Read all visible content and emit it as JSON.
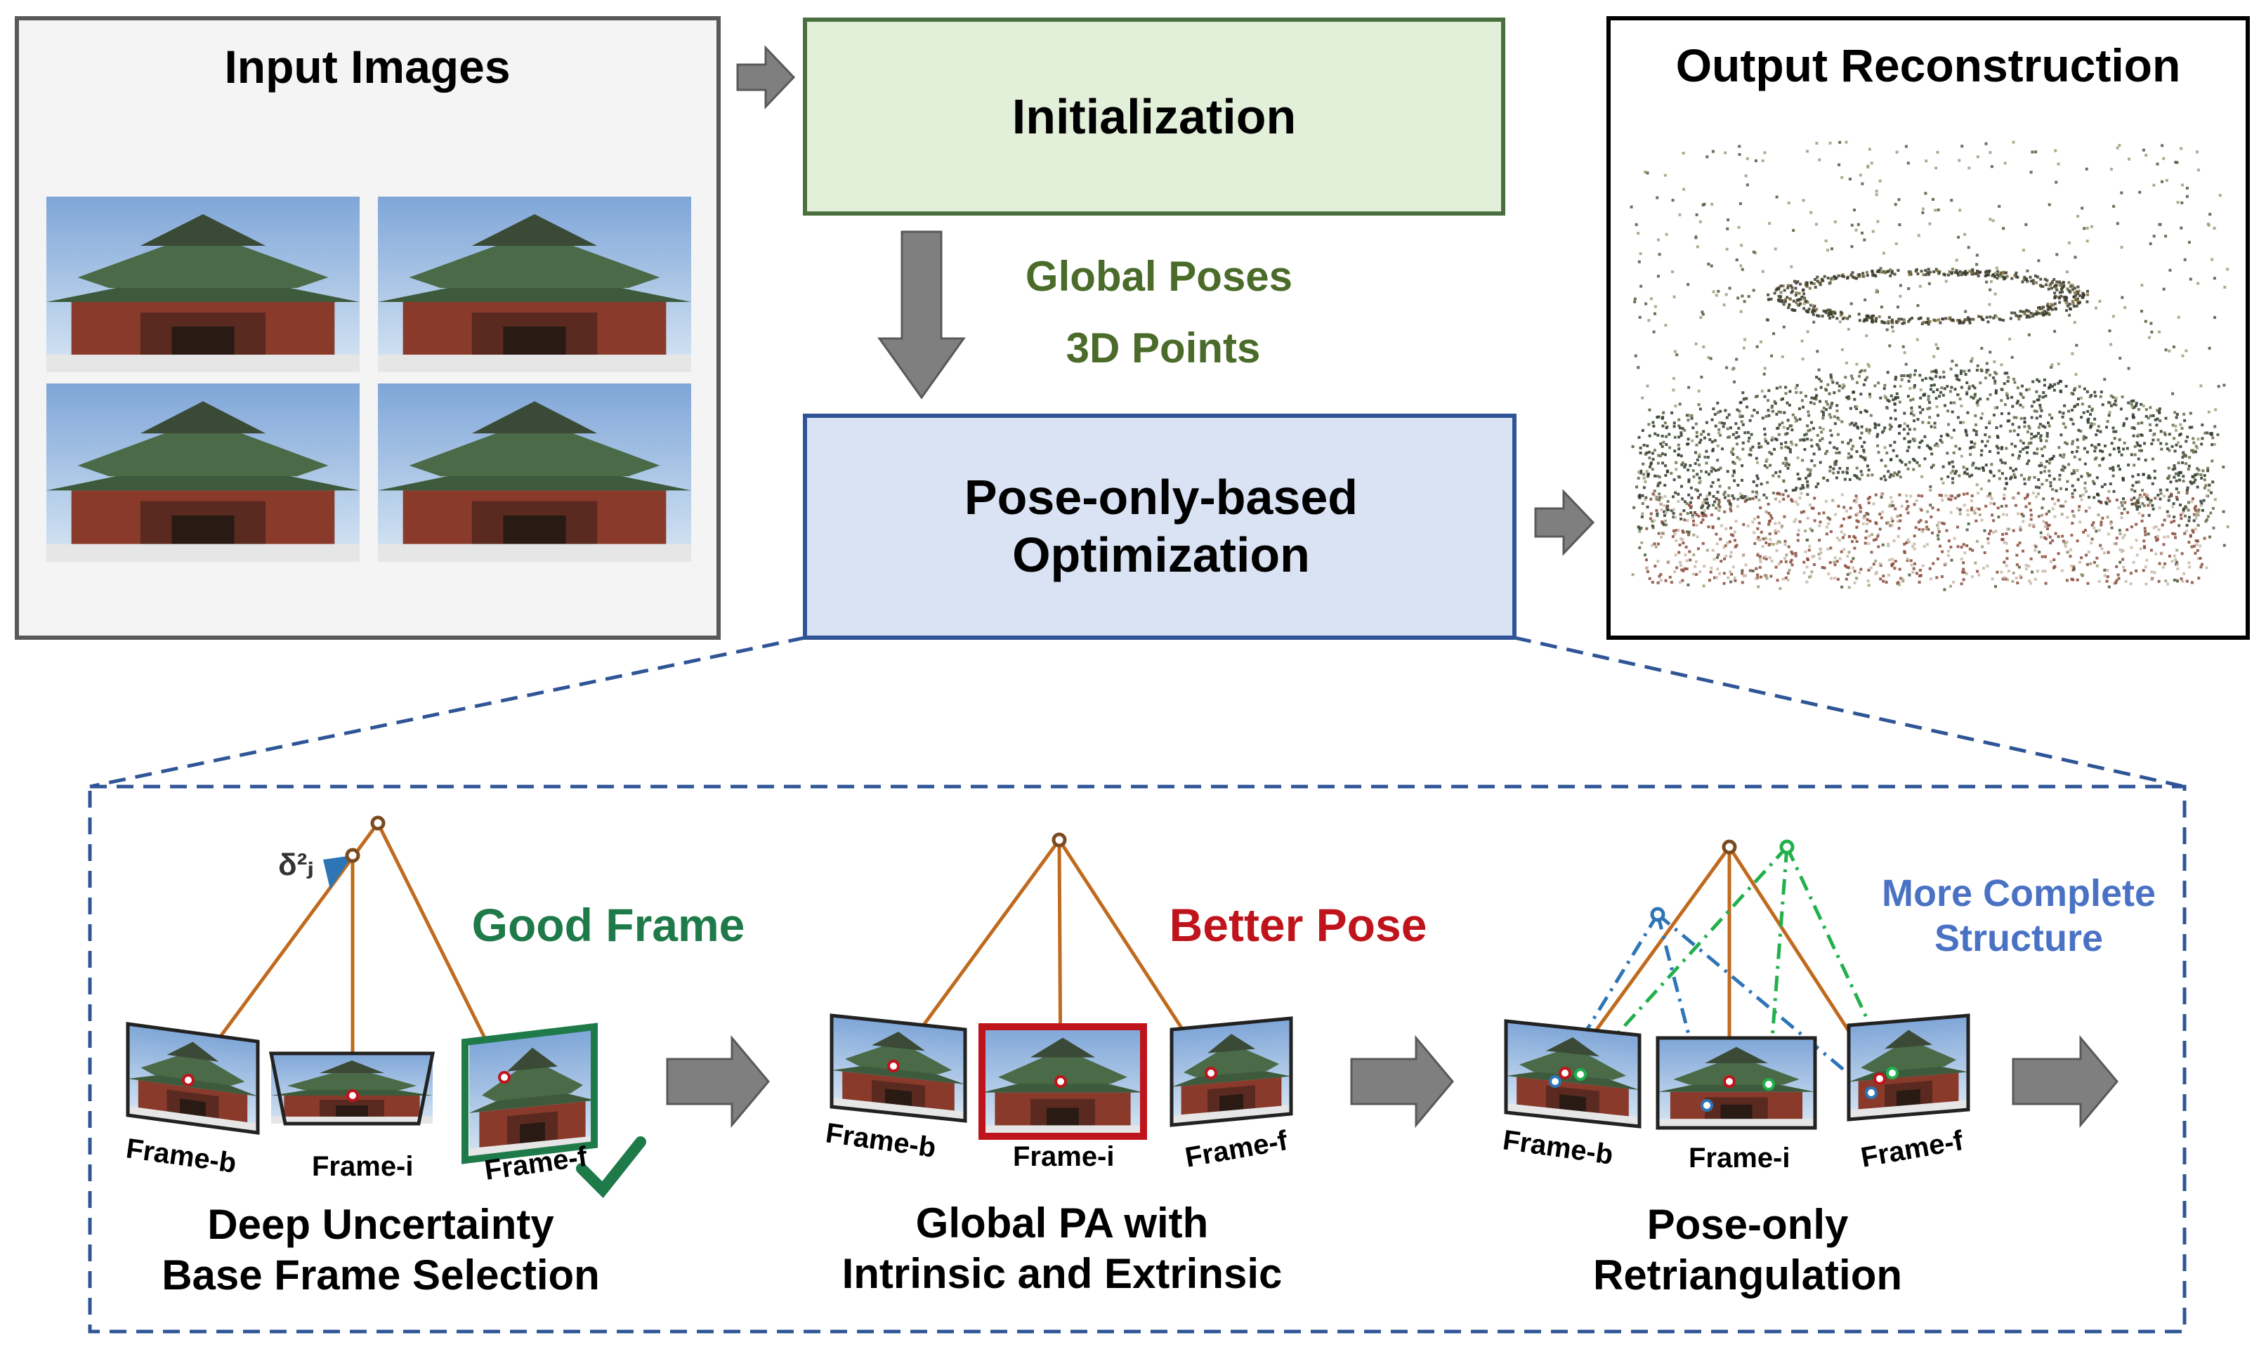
{
  "top": {
    "input_title": "Input Images",
    "init_label": "Initialization",
    "mid_label_1": "Global Poses",
    "mid_label_2": "3D Points",
    "opt_label_1": "Pose-only-based",
    "opt_label_2": "Optimization",
    "output_title": "Output Reconstruction"
  },
  "stages": [
    {
      "annotation": "Good Frame",
      "sigma": "δ²ⱼ",
      "frames": [
        "Frame-b",
        "Frame-i",
        "Frame-f"
      ],
      "caption_1": "Deep Uncertainty",
      "caption_2": "Base Frame Selection"
    },
    {
      "annotation": "Better Pose",
      "frames": [
        "Frame-b",
        "Frame-i",
        "Frame-f"
      ],
      "caption_1": "Global PA with",
      "caption_2": "Intrinsic and Extrinsic"
    },
    {
      "annotation_1": "More Complete",
      "annotation_2": "Structure",
      "frames": [
        "Frame-b",
        "Frame-i",
        "Frame-f"
      ],
      "caption_1": "Pose-only",
      "caption_2": "Retriangulation"
    }
  ],
  "colors": {
    "green_text": "#4a6b2a",
    "good_frame": "#1f7a4a",
    "better_pose": "#c0141c",
    "structure_blue": "#4a72c4",
    "ray_orange": "#c06a1e",
    "dash_blue": "#2f5597",
    "init_fill": "#e2efd9",
    "init_border": "#4b7040",
    "opt_fill": "#dae3f3",
    "opt_border": "#2f5597",
    "arrow_gray": "#7f7f7f"
  }
}
